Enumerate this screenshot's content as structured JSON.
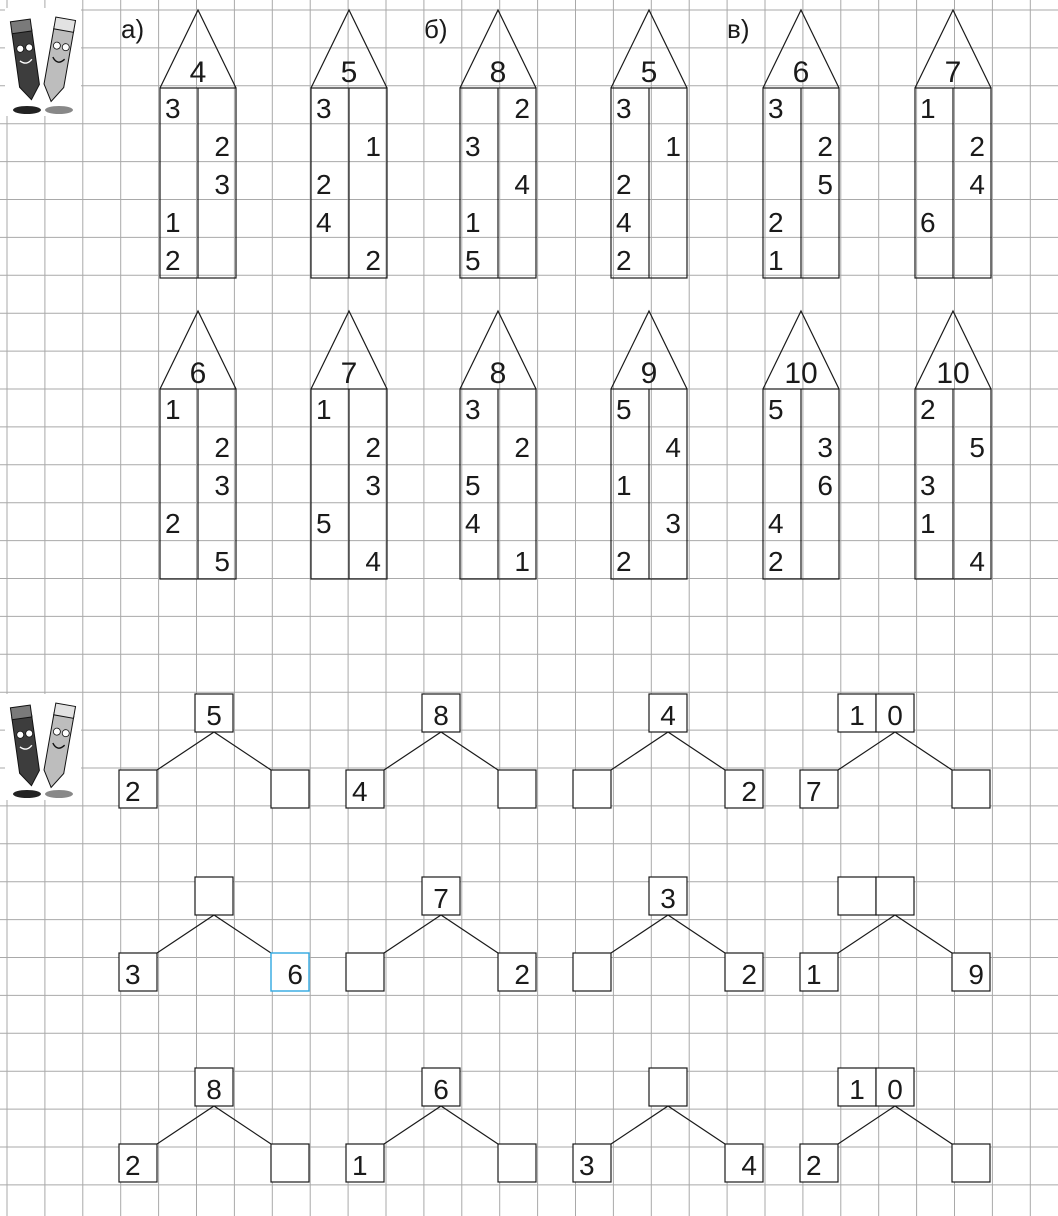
{
  "section_labels": [
    "а)",
    "б)",
    "в)"
  ],
  "houses": [
    {
      "roof": "4",
      "rows": [
        [
          "3",
          ""
        ],
        [
          "",
          "2"
        ],
        [
          "",
          "3"
        ],
        [
          "1",
          ""
        ],
        [
          "2",
          ""
        ]
      ]
    },
    {
      "roof": "5",
      "rows": [
        [
          "3",
          ""
        ],
        [
          "",
          "1"
        ],
        [
          "2",
          ""
        ],
        [
          "4",
          ""
        ],
        [
          "",
          "2"
        ]
      ]
    },
    {
      "roof": "8",
      "rows": [
        [
          "",
          "2"
        ],
        [
          "3",
          ""
        ],
        [
          "",
          "4"
        ],
        [
          "1",
          ""
        ],
        [
          "5",
          ""
        ]
      ]
    },
    {
      "roof": "5",
      "rows": [
        [
          "3",
          ""
        ],
        [
          "",
          "1"
        ],
        [
          "2",
          ""
        ],
        [
          "4",
          ""
        ],
        [
          "2",
          ""
        ]
      ]
    },
    {
      "roof": "6",
      "rows": [
        [
          "3",
          ""
        ],
        [
          "",
          "2"
        ],
        [
          "",
          "5"
        ],
        [
          "2",
          ""
        ],
        [
          "1",
          ""
        ]
      ]
    },
    {
      "roof": "7",
      "rows": [
        [
          "1",
          ""
        ],
        [
          "",
          "2"
        ],
        [
          "",
          "4"
        ],
        [
          "6",
          ""
        ],
        [
          "",
          ""
        ]
      ]
    },
    {
      "roof": "6",
      "rows": [
        [
          "1",
          ""
        ],
        [
          "",
          "2"
        ],
        [
          "",
          "3"
        ],
        [
          "2",
          ""
        ],
        [
          "",
          "5"
        ]
      ]
    },
    {
      "roof": "7",
      "rows": [
        [
          "1",
          ""
        ],
        [
          "",
          "2"
        ],
        [
          "",
          "3"
        ],
        [
          "5",
          ""
        ],
        [
          "",
          "4"
        ]
      ]
    },
    {
      "roof": "8",
      "rows": [
        [
          "3",
          ""
        ],
        [
          "",
          "2"
        ],
        [
          "5",
          ""
        ],
        [
          "4",
          ""
        ],
        [
          "",
          "1"
        ]
      ]
    },
    {
      "roof": "9",
      "rows": [
        [
          "5",
          ""
        ],
        [
          "",
          "4"
        ],
        [
          "1",
          ""
        ],
        [
          "",
          "3"
        ],
        [
          "2",
          ""
        ]
      ]
    },
    {
      "roof": "10",
      "rows": [
        [
          "5",
          ""
        ],
        [
          "",
          "3"
        ],
        [
          "",
          "6"
        ],
        [
          "4",
          ""
        ],
        [
          "2",
          ""
        ]
      ]
    },
    {
      "roof": "10",
      "rows": [
        [
          "2",
          ""
        ],
        [
          "",
          "5"
        ],
        [
          "3",
          ""
        ],
        [
          "1",
          ""
        ],
        [
          "",
          "4"
        ]
      ]
    }
  ],
  "trees": [
    {
      "top": [
        "5"
      ],
      "left": "2",
      "right": ""
    },
    {
      "top": [
        "8"
      ],
      "left": "4",
      "right": ""
    },
    {
      "top": [
        "4"
      ],
      "left": "",
      "right": "2"
    },
    {
      "top": [
        "1",
        "0"
      ],
      "left": "7",
      "right": ""
    },
    {
      "top": [
        ""
      ],
      "left": "3",
      "right": "6",
      "right_selected": true
    },
    {
      "top": [
        "7"
      ],
      "left": "",
      "right": "2"
    },
    {
      "top": [
        "3"
      ],
      "left": "",
      "right": "2"
    },
    {
      "top": [
        "",
        ""
      ],
      "left": "1",
      "right": "9"
    },
    {
      "top": [
        "8"
      ],
      "left": "2",
      "right": ""
    },
    {
      "top": [
        "6"
      ],
      "left": "1",
      "right": ""
    },
    {
      "top": [
        ""
      ],
      "left": "3",
      "right": "4"
    },
    {
      "top": [
        "1",
        "0"
      ],
      "left": "2",
      "right": ""
    }
  ],
  "colors": {
    "ink": "#1a1a1a",
    "grid": "#a9a9a9",
    "selection": "#31a8e0"
  },
  "icons": [
    "pencils-mascot-icon",
    "pencils-mascot-icon"
  ]
}
